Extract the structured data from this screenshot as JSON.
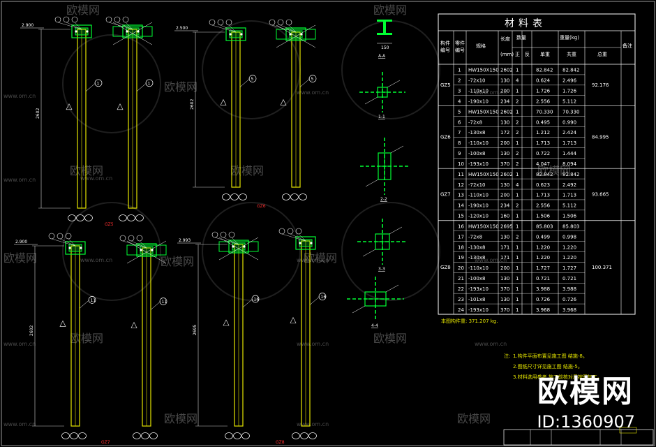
{
  "table": {
    "title": "材料表",
    "headers": [
      "构件编号",
      "零件编号",
      "规格",
      "长度(mm)",
      "正",
      "反",
      "单重",
      "共重",
      "总重",
      "备注"
    ],
    "header_group_qty": "数量",
    "header_group_wt": "重量(kg)",
    "groups": [
      {
        "id": "GZ5",
        "total": "92.176",
        "rows": [
          [
            "1",
            "HW150X150",
            "2602",
            "1",
            "",
            "82.842",
            "82.842"
          ],
          [
            "2",
            "-72x10",
            "130",
            "4",
            "",
            "0.624",
            "2.496"
          ],
          [
            "3",
            "-110x10",
            "200",
            "1",
            "",
            "1.726",
            "1.726"
          ],
          [
            "4",
            "-190x10",
            "234",
            "2",
            "",
            "2.556",
            "5.112"
          ]
        ]
      },
      {
        "id": "GZ6",
        "total": "84.995",
        "rows": [
          [
            "5",
            "HW150X150",
            "2602",
            "1",
            "",
            "70.330",
            "70.330"
          ],
          [
            "6",
            "-72x8",
            "130",
            "2",
            "",
            "0.495",
            "0.990"
          ],
          [
            "7",
            "-130x8",
            "172",
            "2",
            "",
            "1.212",
            "2.424"
          ],
          [
            "8",
            "-110x10",
            "200",
            "1",
            "",
            "1.713",
            "1.713"
          ],
          [
            "9",
            "-100x8",
            "130",
            "2",
            "",
            "0.722",
            "1.444"
          ],
          [
            "10",
            "-193x10",
            "370",
            "2",
            "",
            "4.047",
            "8.094"
          ]
        ]
      },
      {
        "id": "GZ7",
        "total": "93.665",
        "rows": [
          [
            "11",
            "HW150X150",
            "2602",
            "1",
            "",
            "82.842",
            "82.842"
          ],
          [
            "12",
            "-72x10",
            "130",
            "4",
            "",
            "0.623",
            "2.492"
          ],
          [
            "13",
            "-110x10",
            "200",
            "1",
            "",
            "1.713",
            "1.713"
          ],
          [
            "14",
            "-190x10",
            "234",
            "2",
            "",
            "2.556",
            "5.112"
          ],
          [
            "15",
            "-120x10",
            "160",
            "1",
            "",
            "1.506",
            "1.506"
          ]
        ]
      },
      {
        "id": "GZ8",
        "total": "100.371",
        "rows": [
          [
            "16",
            "HW150X150",
            "2695",
            "1",
            "",
            "85.803",
            "85.803"
          ],
          [
            "17",
            "-72x8",
            "130",
            "2",
            "",
            "0.499",
            "0.998"
          ],
          [
            "18",
            "-130x8",
            "171",
            "1",
            "",
            "1.220",
            "1.220"
          ],
          [
            "19",
            "-130x8",
            "171",
            "1",
            "",
            "1.220",
            "1.220"
          ],
          [
            "20",
            "-110x10",
            "200",
            "1",
            "",
            "1.727",
            "1.727"
          ],
          [
            "21",
            "-100x8",
            "130",
            "1",
            "",
            "0.721",
            "0.721"
          ],
          [
            "22",
            "-193x10",
            "370",
            "1",
            "",
            "3.988",
            "3.988"
          ],
          [
            "23",
            "-101x8",
            "130",
            "1",
            "",
            "0.726",
            "0.726"
          ],
          [
            "24",
            "-193x10",
            "370",
            "1",
            "",
            "3.968",
            "3.968"
          ]
        ]
      }
    ],
    "summary": "本图构件重: 371.207 kg."
  },
  "notes": {
    "lead": "注:",
    "items": [
      "1.构件平面布置见施工图 结施-8。",
      "2.图纸尺寸详见施工图 结施-5。",
      "3.材料选用参考,施工前核对后按图加工。"
    ]
  },
  "columns": {
    "top": [
      {
        "id": "GZ5",
        "height": "2602",
        "level": "2.900",
        "callout": "1",
        "sections": [
          "1",
          "2",
          "3"
        ]
      },
      {
        "id": "GZ5b",
        "callout": "1"
      },
      {
        "id": "GZ6",
        "height": "2602",
        "level": "2.500",
        "callout": "5"
      },
      {
        "id": "GZ6b",
        "callout": "5"
      }
    ],
    "bottom": [
      {
        "id": "GZ7",
        "height": "2602",
        "level": "2.900",
        "callout": "11"
      },
      {
        "id": "GZ7b",
        "callout": "11"
      },
      {
        "id": "GZ8",
        "height": "2695",
        "level": "2.993",
        "callout": "16"
      },
      {
        "id": "GZ8b",
        "callout": "16"
      }
    ],
    "labels": [
      "GZ5",
      "GZ6",
      "GZ7",
      "GZ8"
    ],
    "section_labels": [
      "1-1",
      "2-2",
      "3-3",
      "4-4",
      "A-A"
    ],
    "dim_150": "150"
  },
  "watermarks": {
    "logo_text": "欧模网",
    "url_text": "www.om.cn"
  },
  "brand": {
    "name": "欧模网",
    "id": "ID:1360907"
  },
  "colors": {
    "background": "#000000",
    "column": "#e6e600",
    "detail": "#00ff33",
    "line": "#ffffff",
    "red": "#ff3030"
  }
}
